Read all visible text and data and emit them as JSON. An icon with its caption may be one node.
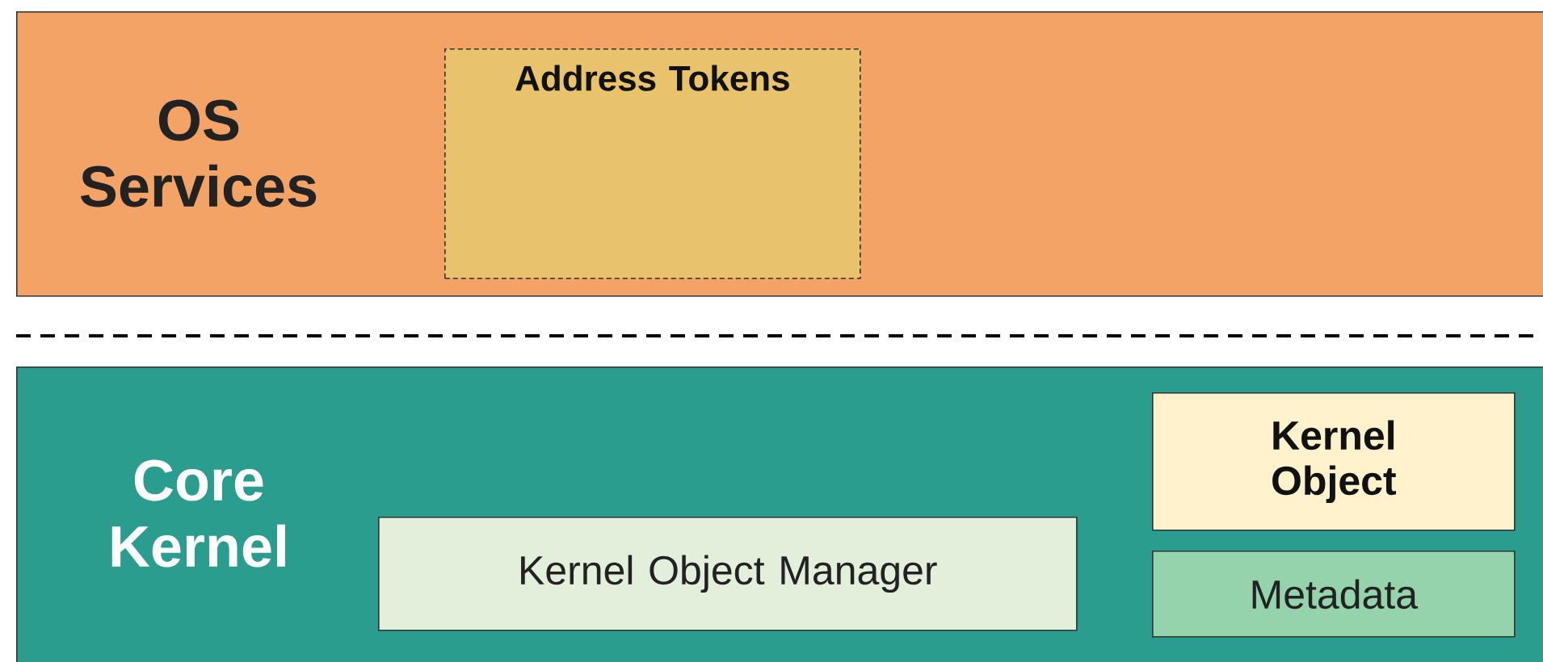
{
  "diagram": {
    "nodes": [
      {
        "text": [
          "OS Services"
        ]
      },
      {
        "text": [
          "Address Tokens"
        ],
        "in": 0
      },
      {
        "text": [
          "Core Kernel"
        ]
      },
      {
        "text": [
          "Kernel Object Manager"
        ],
        "in": 2
      },
      {
        "text": [
          "Kernel Object"
        ],
        "in": 2
      },
      {
        "text": [
          "Metadata"
        ],
        "in": 2
      }
    ]
  }
}
